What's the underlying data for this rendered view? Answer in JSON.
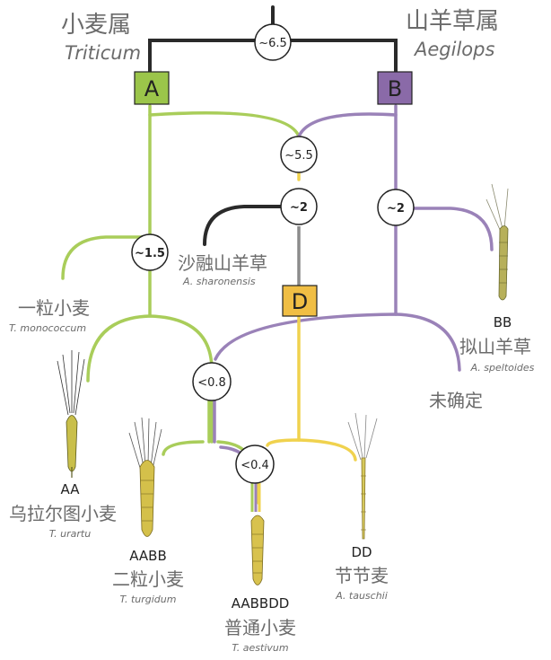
{
  "genera": {
    "triticum": {
      "zh": "小麦属",
      "latin": "Triticum"
    },
    "aegilops": {
      "zh": "山羊草属",
      "latin": "Aegilops"
    }
  },
  "genome_boxes": {
    "a": {
      "label": "A",
      "color": "#9bc54a"
    },
    "b": {
      "label": "B",
      "color": "#8a6aa8"
    },
    "d": {
      "label": "D",
      "color": "#f0be44"
    }
  },
  "divergence_nodes": {
    "root": "~6.5",
    "ab_hybrid": "~5.5",
    "a_split": "~1.5",
    "sharonensis_split": "~2",
    "speltoides_split": "~2",
    "tetraploid": "<0.8",
    "hexaploid": "<0.4"
  },
  "species": {
    "monococcum": {
      "zh": "一粒小麦",
      "latin": "T. monococcum"
    },
    "urartu": {
      "genome": "AA",
      "zh": "乌拉尔图小麦",
      "latin": "T. urartu"
    },
    "turgidum": {
      "genome": "AABB",
      "zh": "二粒小麦",
      "latin": "T. turgidum"
    },
    "aestivum": {
      "genome": "AABBDD",
      "zh": "普通小麦",
      "latin": "T. aestivum"
    },
    "tauschii": {
      "genome": "DD",
      "zh": "节节麦",
      "latin": "A. tauschii"
    },
    "sharonensis": {
      "zh": "沙融山羊草",
      "latin": "A. sharonensis"
    },
    "speltoides": {
      "genome": "BB",
      "zh": "拟山羊草",
      "latin": "A. speltoides"
    },
    "undetermined": {
      "zh": "未确定"
    }
  },
  "colors": {
    "a_lineage": "#a9cd5a",
    "b_lineage": "#9a82b8",
    "d_lineage": "#f0d24e",
    "ancestral": "#2a2a2a",
    "wheat_ear": "#c9bf4a"
  }
}
